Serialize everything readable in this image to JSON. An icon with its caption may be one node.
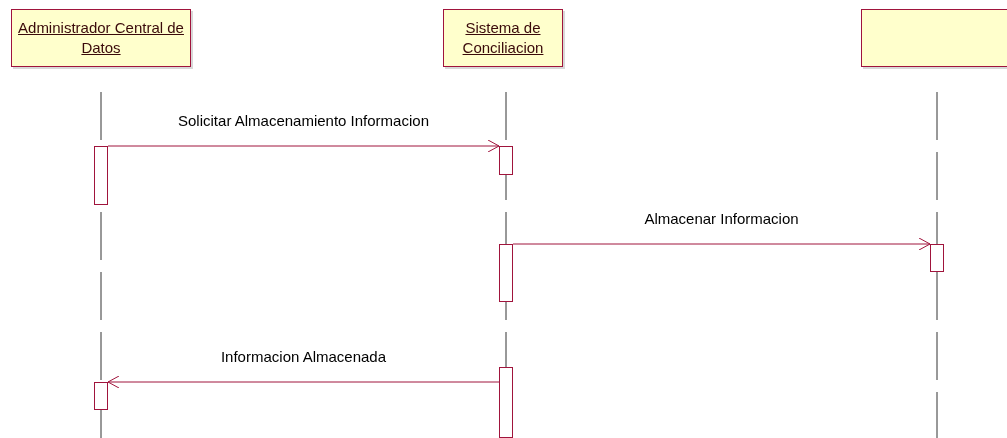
{
  "diagram": {
    "nodes": [
      {
        "text": [
          "Administrador Central de Datos"
        ]
      },
      {
        "text": [
          "Sistema de Conciliacion"
        ]
      },
      {
        "text": [],
        "shape": "box"
      },
      {
        "text": [],
        "shape": "bar"
      },
      {
        "text": [],
        "shape": "bar"
      },
      {
        "text": [],
        "shape": "bar"
      },
      {
        "text": [],
        "shape": "bar"
      },
      {
        "text": [],
        "shape": "bar"
      },
      {
        "text": [],
        "shape": "bar"
      }
    ],
    "edges": [
      {
        "from": 3,
        "to": 4,
        "arrow": "to",
        "label": "Solicitar Almacenamiento Informacion"
      },
      {
        "from": 5,
        "to": 6,
        "arrow": "to",
        "label": "Almacenar Informacion"
      },
      {
        "from": 7,
        "to": 8,
        "arrow": "to",
        "label": "Informacion Almacenada"
      }
    ]
  }
}
